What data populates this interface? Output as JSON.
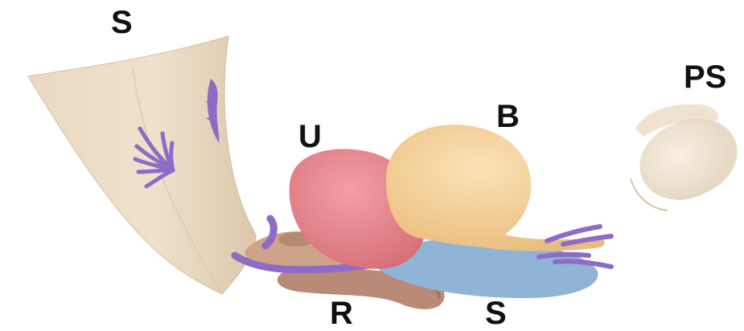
{
  "labels": {
    "s_top": "S",
    "ps": "PS",
    "b": "B",
    "u": "U",
    "r": "R",
    "s_bottom": "S"
  },
  "colors": {
    "background": "#ffffff",
    "sheet": "#ecdcc6",
    "sheet_shade": "#d9c4a8",
    "nerves": "#8e6bc6",
    "uterus": "#e7828a",
    "bladder": "#f4cf95",
    "rectum": "#b88a77",
    "ureter_blue": "#8fb4d6",
    "vagina_tan": "#cfa38a",
    "pessary": "#f1e6d4"
  }
}
